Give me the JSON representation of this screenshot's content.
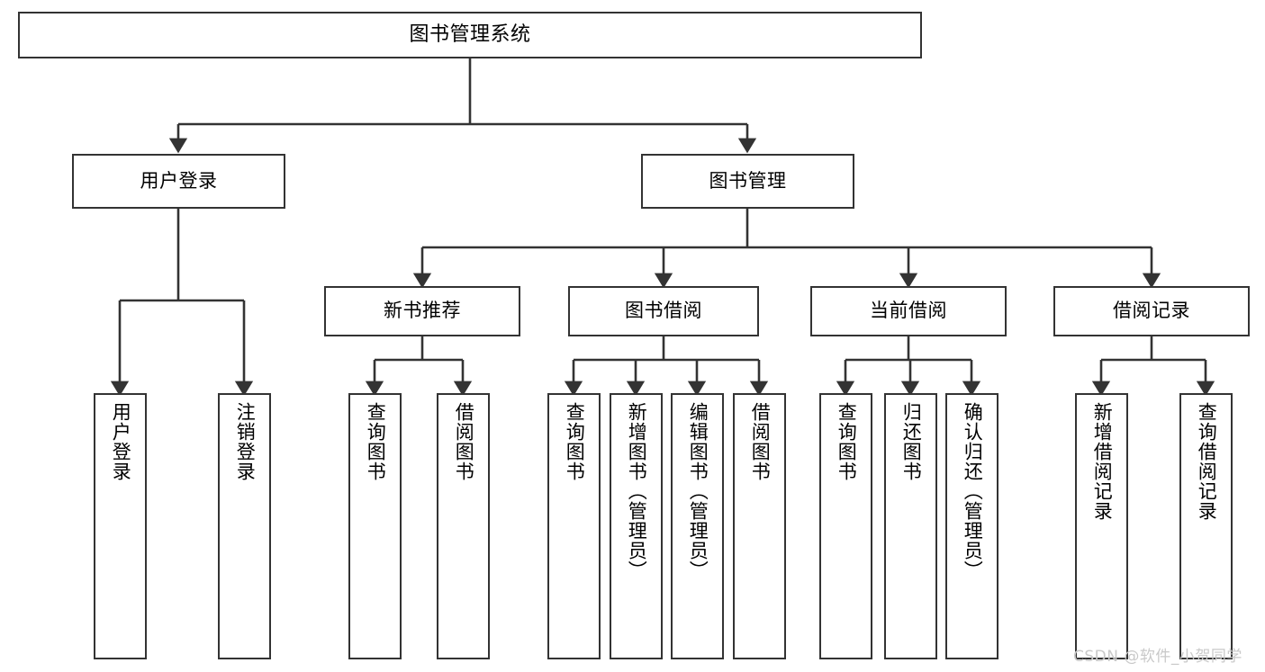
{
  "diagram": {
    "title": "图书管理系统",
    "type": "tree-hierarchy",
    "watermark": "CSDN @软件_小贺同学",
    "colors": {
      "box_border": "#333333",
      "box_fill": "#ffffff",
      "connector": "#333333",
      "text": "#000000",
      "watermark": "#c9c9c9"
    },
    "levels": [
      {
        "level": 0,
        "nodes": [
          {
            "id": "root",
            "label": "图书管理系统",
            "orientation": "horizontal"
          }
        ]
      },
      {
        "level": 1,
        "nodes": [
          {
            "id": "user-login",
            "label": "用户登录",
            "orientation": "horizontal",
            "parent": "root"
          },
          {
            "id": "book-manage",
            "label": "图书管理",
            "orientation": "horizontal",
            "parent": "root"
          }
        ]
      },
      {
        "level": 2,
        "nodes": [
          {
            "id": "new-book-rec",
            "label": "新书推荐",
            "orientation": "horizontal",
            "parent": "book-manage"
          },
          {
            "id": "book-borrow",
            "label": "图书借阅",
            "orientation": "horizontal",
            "parent": "book-manage"
          },
          {
            "id": "current-borrow",
            "label": "当前借阅",
            "orientation": "horizontal",
            "parent": "book-manage"
          },
          {
            "id": "borrow-record",
            "label": "借阅记录",
            "orientation": "horizontal",
            "parent": "book-manage"
          }
        ]
      },
      {
        "level": 3,
        "nodes": [
          {
            "id": "leaf-user-login",
            "label": "用户登录",
            "orientation": "vertical",
            "parent": "user-login"
          },
          {
            "id": "leaf-logout",
            "label": "注销登录",
            "orientation": "vertical",
            "parent": "user-login"
          },
          {
            "id": "leaf-query-book-1",
            "label": "查询图书",
            "orientation": "vertical",
            "parent": "new-book-rec"
          },
          {
            "id": "leaf-borrow-book-1",
            "label": "借阅图书",
            "orientation": "vertical",
            "parent": "new-book-rec"
          },
          {
            "id": "leaf-query-book-2",
            "label": "查询图书",
            "orientation": "vertical",
            "parent": "book-borrow"
          },
          {
            "id": "leaf-add-book",
            "label": "新增图书（管理员）",
            "orientation": "vertical",
            "parent": "book-borrow"
          },
          {
            "id": "leaf-edit-book",
            "label": "编辑图书（管理员）",
            "orientation": "vertical",
            "parent": "book-borrow"
          },
          {
            "id": "leaf-borrow-book-2",
            "label": "借阅图书",
            "orientation": "vertical",
            "parent": "book-borrow"
          },
          {
            "id": "leaf-query-book-3",
            "label": "查询图书",
            "orientation": "vertical",
            "parent": "current-borrow"
          },
          {
            "id": "leaf-return-book",
            "label": "归还图书",
            "orientation": "vertical",
            "parent": "current-borrow"
          },
          {
            "id": "leaf-confirm-return",
            "label": "确认归还（管理员）",
            "orientation": "vertical",
            "parent": "current-borrow"
          },
          {
            "id": "leaf-add-record",
            "label": "新增借阅记录",
            "orientation": "vertical",
            "parent": "borrow-record"
          },
          {
            "id": "leaf-query-record",
            "label": "查询借阅记录",
            "orientation": "vertical",
            "parent": "borrow-record"
          }
        ]
      }
    ]
  }
}
